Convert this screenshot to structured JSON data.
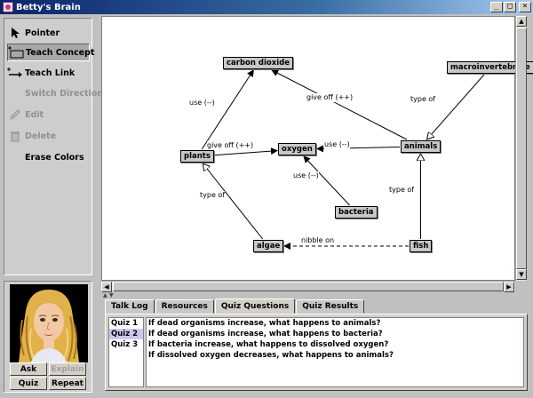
{
  "window": {
    "title": "Betty's Brain",
    "buttons": [
      "_",
      "□",
      "×"
    ]
  },
  "toolbar": {
    "tools": [
      {
        "label": "Pointer",
        "icon": "pointer-arrow-icon",
        "enabled": true,
        "selected": false
      },
      {
        "label": "Teach Concept",
        "icon": "concept-box-icon",
        "enabled": true,
        "selected": true
      },
      {
        "label": "Teach Link",
        "icon": "link-arrow-icon",
        "enabled": true,
        "selected": false
      },
      {
        "label": "Switch Direction",
        "icon": "",
        "enabled": false,
        "selected": false
      },
      {
        "label": "Edit",
        "icon": "pencil-icon",
        "enabled": false,
        "selected": false
      },
      {
        "label": "Delete",
        "icon": "trash-icon",
        "enabled": false,
        "selected": false
      },
      {
        "label": "Erase Colors",
        "icon": "",
        "enabled": true,
        "selected": false
      }
    ]
  },
  "agent": {
    "buttons": [
      {
        "label": "Ask",
        "enabled": true
      },
      {
        "label": "Explain",
        "enabled": false
      },
      {
        "label": "Quiz",
        "enabled": true
      },
      {
        "label": "Repeat",
        "enabled": true
      }
    ]
  },
  "concept_map": {
    "nodes": [
      {
        "id": "carbon-dioxide",
        "label": "carbon dioxide"
      },
      {
        "id": "macroinvertebrate",
        "label": "macroinvertebrate"
      },
      {
        "id": "plants",
        "label": "plants"
      },
      {
        "id": "oxygen",
        "label": "oxygen"
      },
      {
        "id": "animals",
        "label": "animals"
      },
      {
        "id": "bacteria",
        "label": "bacteria"
      },
      {
        "id": "algae",
        "label": "algae"
      },
      {
        "id": "fish",
        "label": "fish"
      }
    ],
    "links": [
      {
        "from": "plants",
        "to": "carbon-dioxide",
        "label": "use (--)",
        "kind": "causal"
      },
      {
        "from": "animals",
        "to": "carbon-dioxide",
        "label": "give off (++)",
        "kind": "causal"
      },
      {
        "from": "macroinvertebrate",
        "to": "animals",
        "label": "type of",
        "kind": "isa"
      },
      {
        "from": "plants",
        "to": "oxygen",
        "label": "give off (++)",
        "kind": "causal"
      },
      {
        "from": "animals",
        "to": "oxygen",
        "label": "use (--)",
        "kind": "causal"
      },
      {
        "from": "bacteria",
        "to": "oxygen",
        "label": "use (--)",
        "kind": "causal"
      },
      {
        "from": "algae",
        "to": "plants",
        "label": "type of",
        "kind": "isa"
      },
      {
        "from": "fish",
        "to": "animals",
        "label": "type of",
        "kind": "isa"
      },
      {
        "from": "fish",
        "to": "algae",
        "label": "nibble on",
        "kind": "dashed"
      }
    ]
  },
  "tabs": [
    {
      "label": "Talk Log",
      "active": false
    },
    {
      "label": "Resources",
      "active": false
    },
    {
      "label": "Quiz Questions",
      "active": true
    },
    {
      "label": "Quiz Results",
      "active": false
    }
  ],
  "quizzes": [
    {
      "label": "Quiz 1",
      "selected": false
    },
    {
      "label": "Quiz 2",
      "selected": true
    },
    {
      "label": "Quiz 3",
      "selected": false
    }
  ],
  "questions": [
    "If dead organisms increase,  what happens to animals?",
    "If dead organisms increase,  what happens to bacteria?",
    "If bacteria increase,  what happens to dissolved oxygen?",
    "If dissolved oxygen decreases,  what happens to animals?"
  ]
}
